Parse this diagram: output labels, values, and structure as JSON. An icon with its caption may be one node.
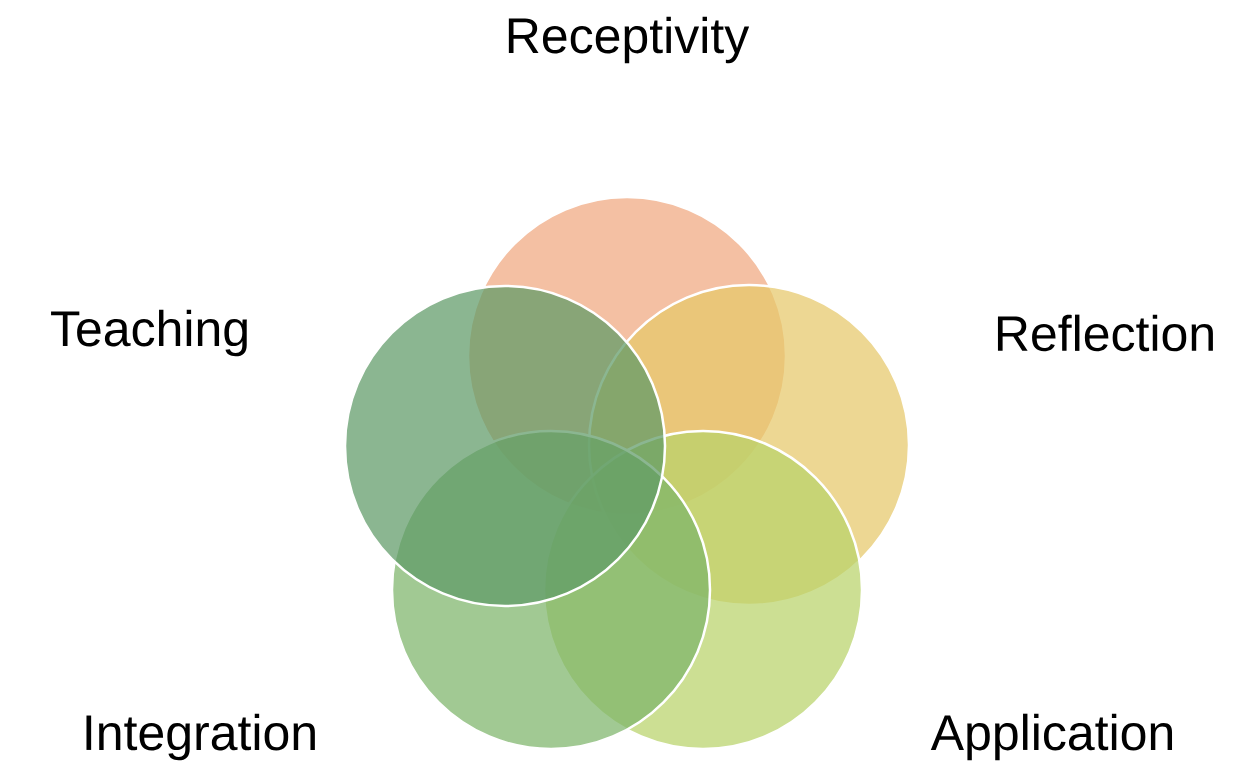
{
  "diagram": {
    "nodes": [
      {
        "text": [
          "Receptivity"
        ]
      },
      {
        "text": [
          "Reflection"
        ]
      },
      {
        "text": [
          "Application"
        ]
      },
      {
        "text": [
          "Integration"
        ]
      },
      {
        "text": [
          "Teaching"
        ]
      }
    ]
  }
}
